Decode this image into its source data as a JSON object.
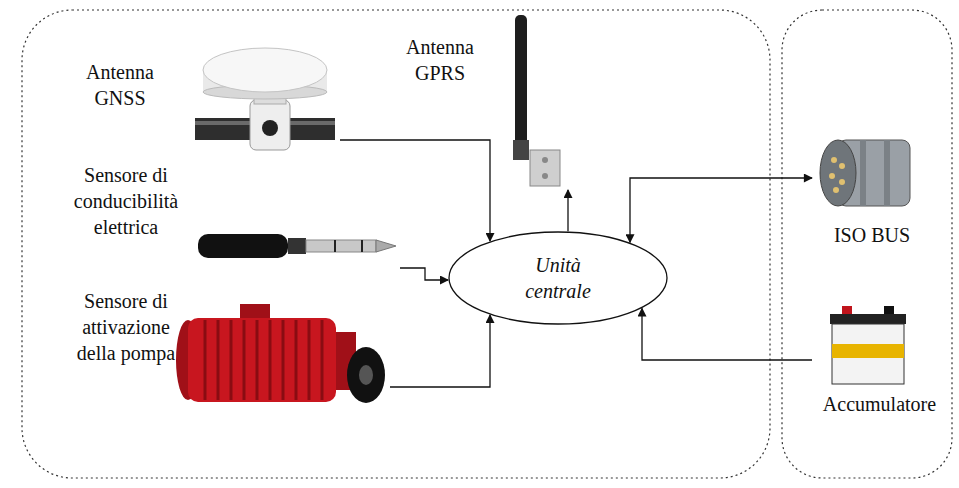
{
  "diagram": {
    "nodes": [
      {
        "text": [
          "Antenna GNSS"
        ]
      },
      {
        "text": [
          "Sensore di conducibilità elettrica"
        ]
      },
      {
        "text": [
          "Sensore di attivazione della pompa"
        ]
      },
      {
        "text": [
          "Antenna GPRS"
        ]
      },
      {
        "text": [
          "Unità centrale"
        ]
      },
      {
        "text": [
          "ISO BUS"
        ]
      },
      {
        "text": [
          "Accumulatore"
        ]
      }
    ],
    "edges": [
      {
        "from": 0,
        "to": 4,
        "arrow": "to"
      },
      {
        "from": 1,
        "to": 4,
        "arrow": "to"
      },
      {
        "from": 2,
        "to": 4,
        "arrow": "to"
      },
      {
        "from": 4,
        "to": 3,
        "arrow": "to"
      },
      {
        "from": 5,
        "to": 4,
        "arrow": "both"
      },
      {
        "from": 6,
        "to": 4,
        "arrow": "to"
      }
    ]
  }
}
